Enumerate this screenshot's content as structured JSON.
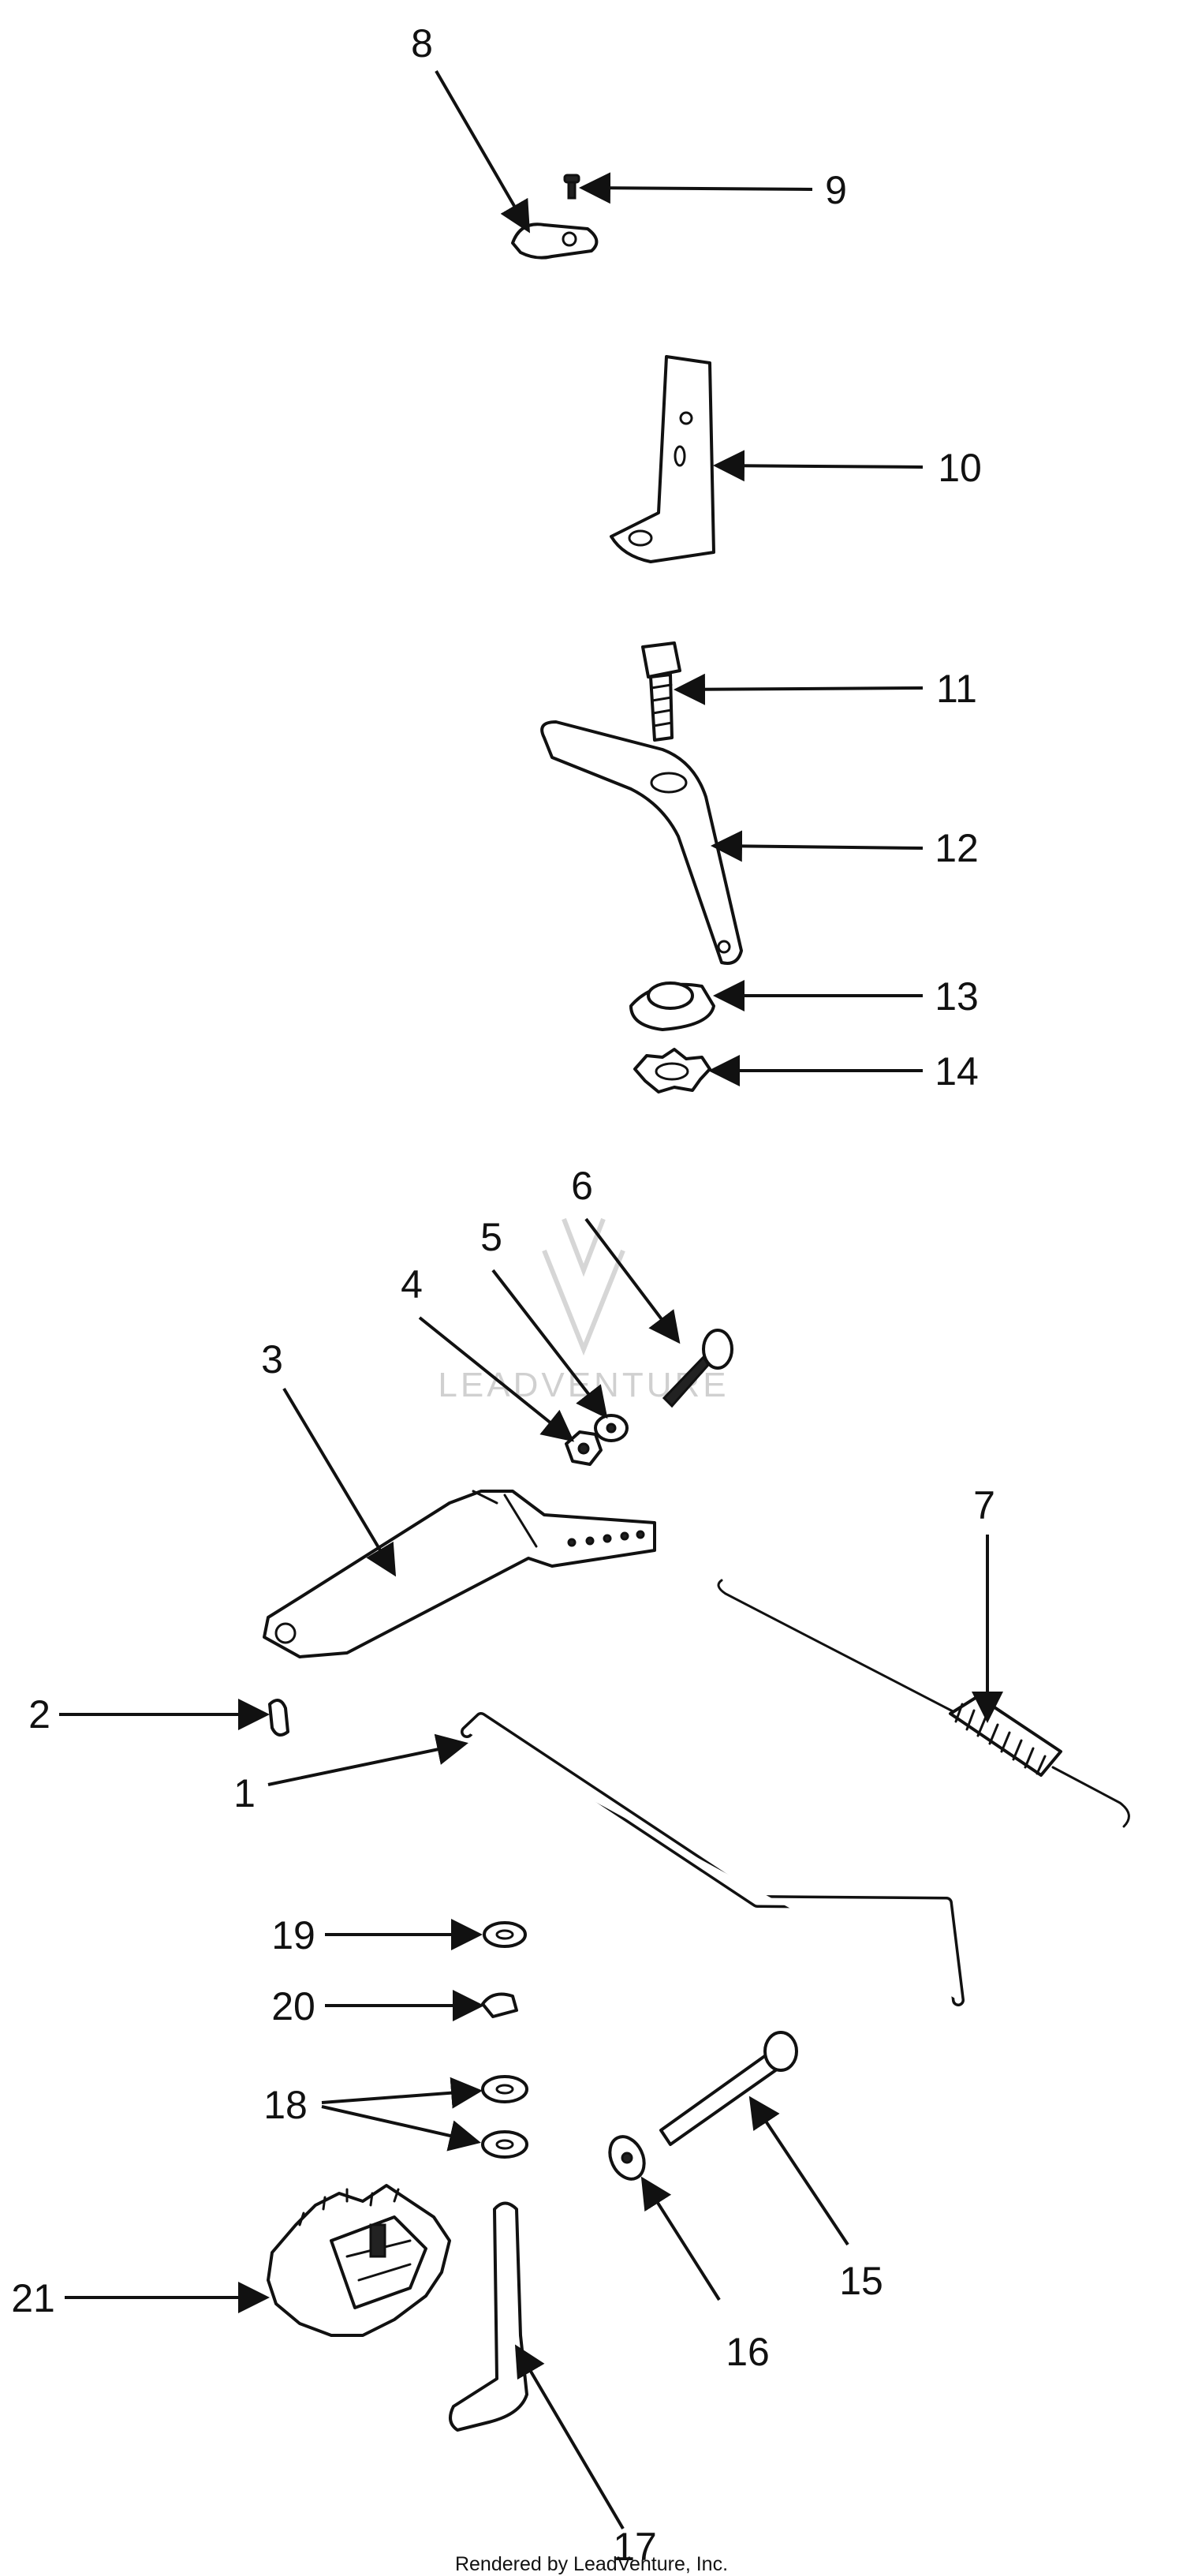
{
  "callouts": [
    "1",
    "2",
    "3",
    "4",
    "5",
    "6",
    "7",
    "8",
    "9",
    "10",
    "11",
    "12",
    "13",
    "14",
    "15",
    "16",
    "17",
    "18",
    "19",
    "20",
    "21"
  ],
  "watermark": "LEADVENTURE",
  "footer": "Rendered by LeadVenture, Inc."
}
